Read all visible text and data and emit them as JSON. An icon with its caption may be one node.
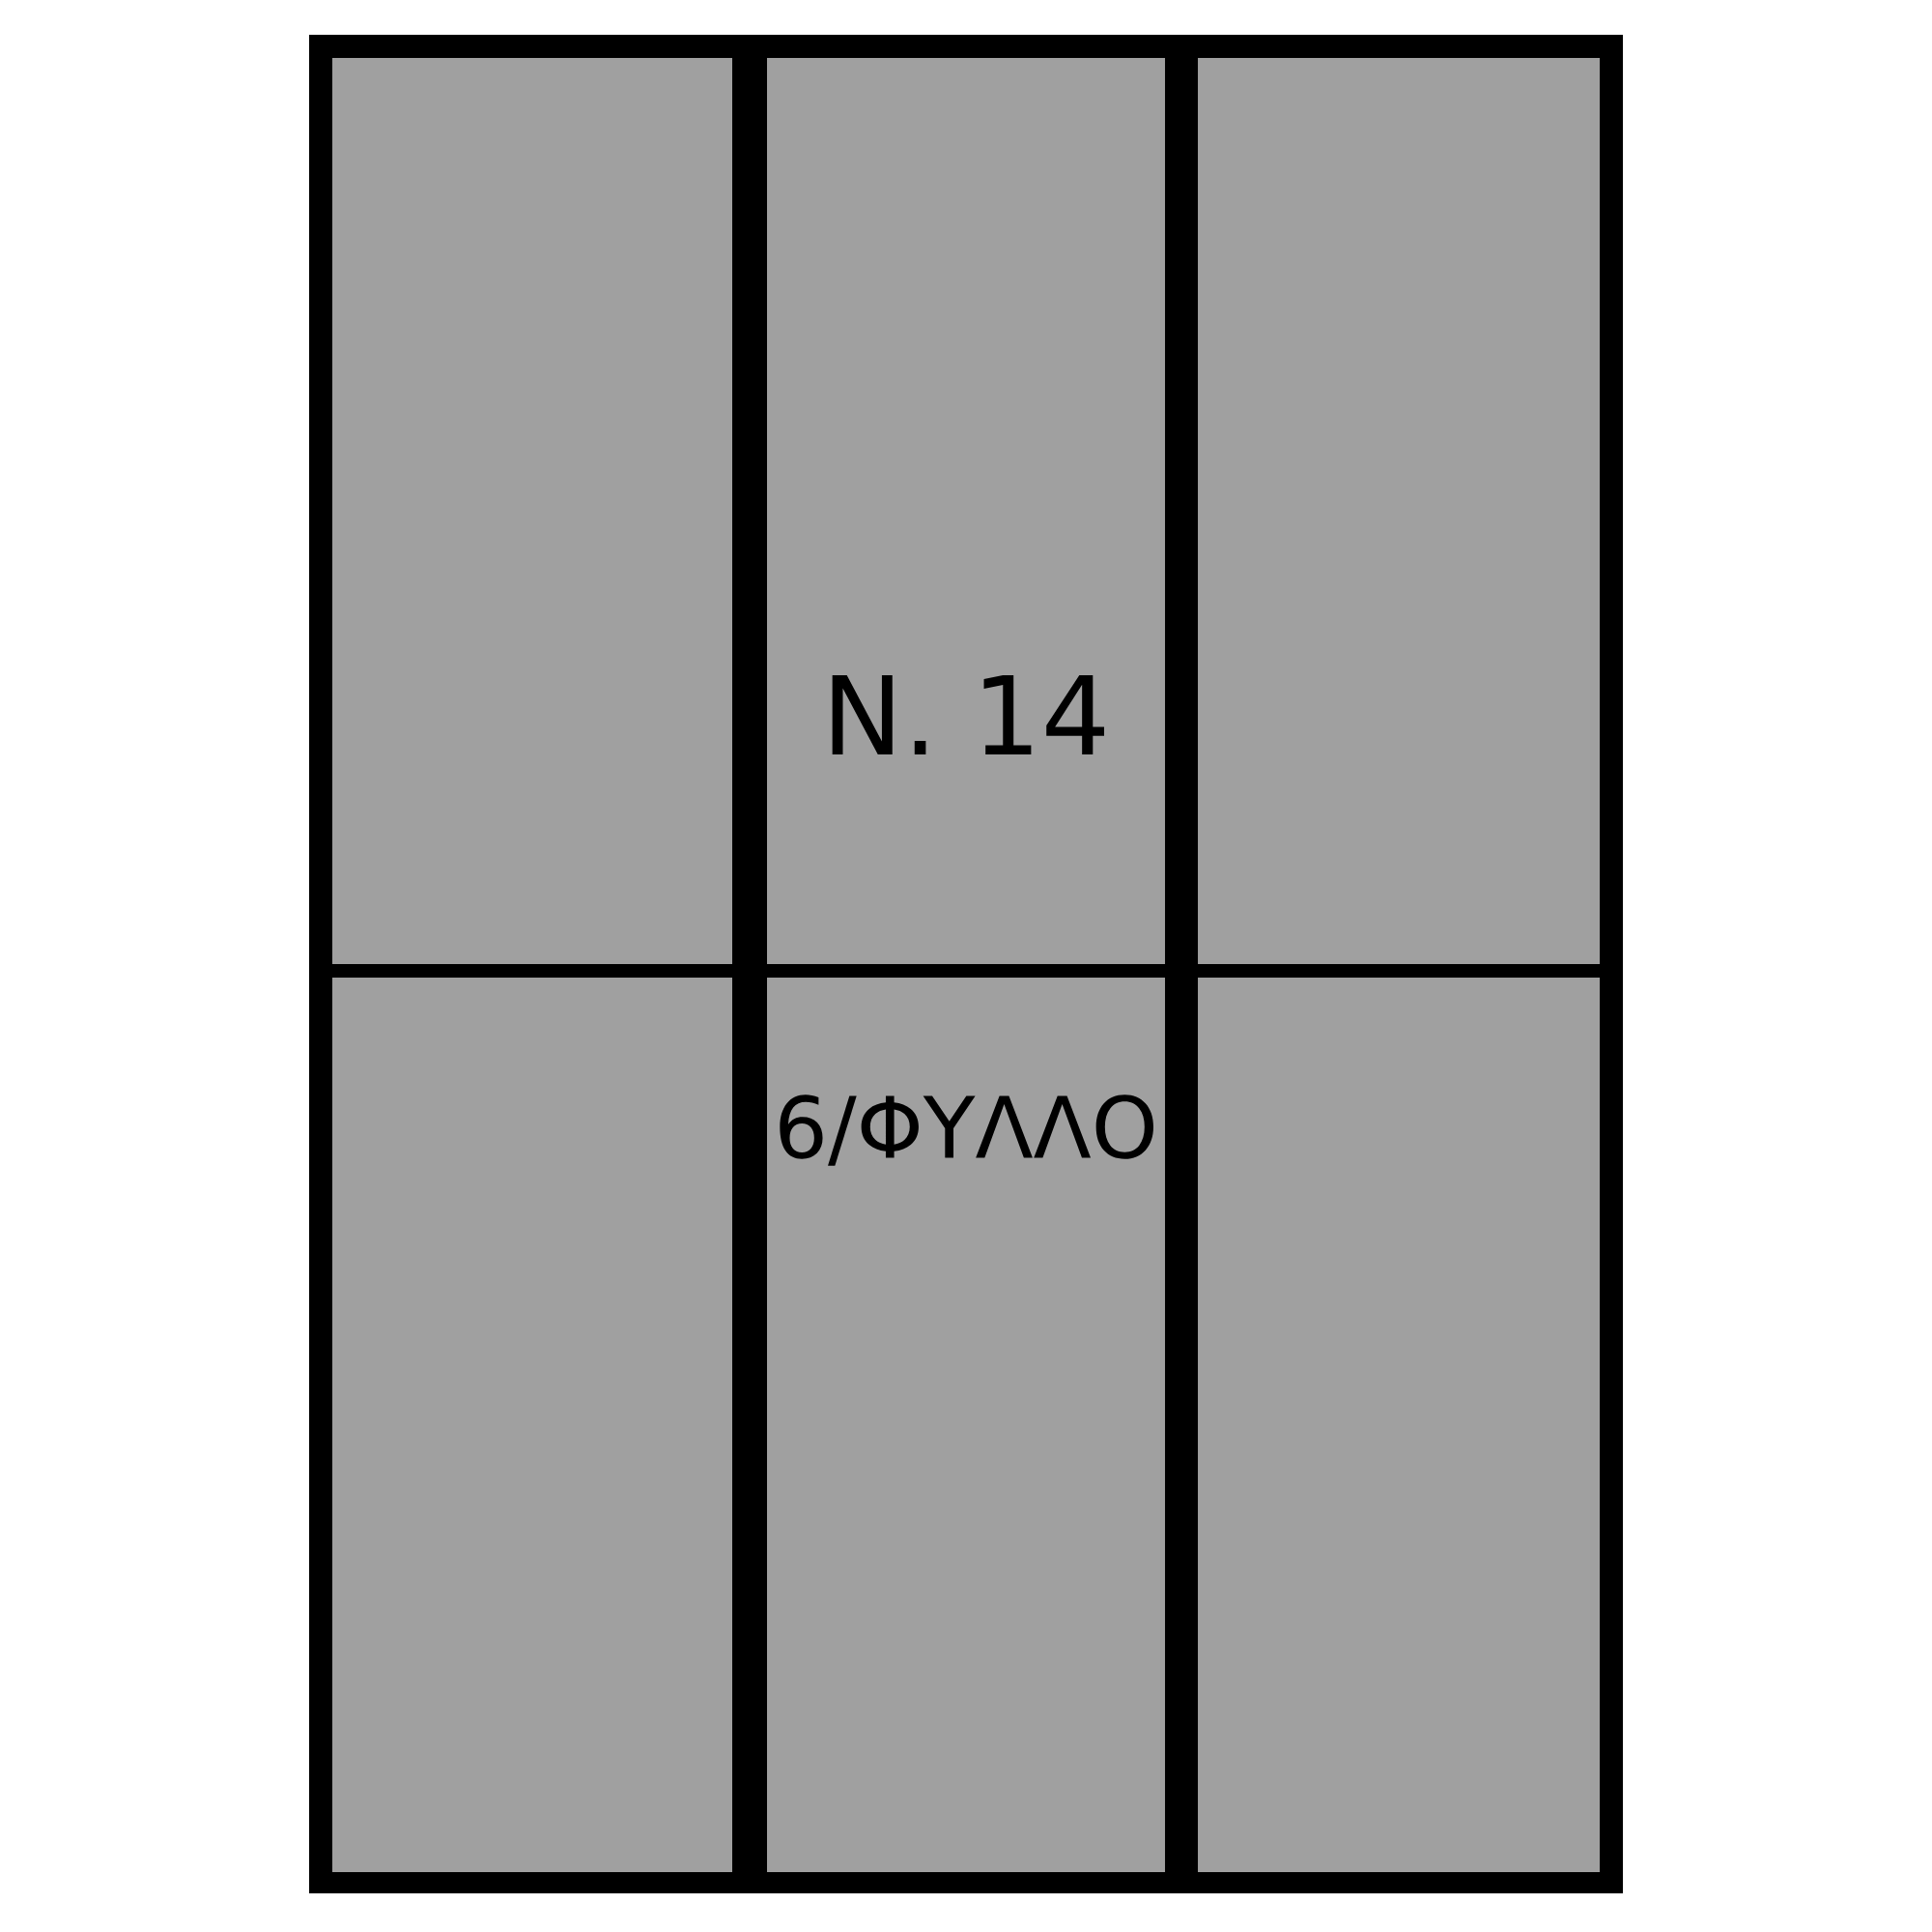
{
  "diagram": {
    "nodes": [
      {
        "text": [],
        "shape": "box"
      },
      {
        "text": [],
        "shape": "box",
        "in": 0
      },
      {
        "text": [
          "N. 14"
        ],
        "in": 0
      },
      {
        "text": [],
        "shape": "box",
        "in": 0
      },
      {
        "text": [],
        "shape": "box",
        "in": 0
      },
      {
        "text": [
          "6/ΦΥΛΛΟ"
        ],
        "in": 0
      },
      {
        "text": [],
        "shape": "box",
        "in": 0
      }
    ]
  }
}
